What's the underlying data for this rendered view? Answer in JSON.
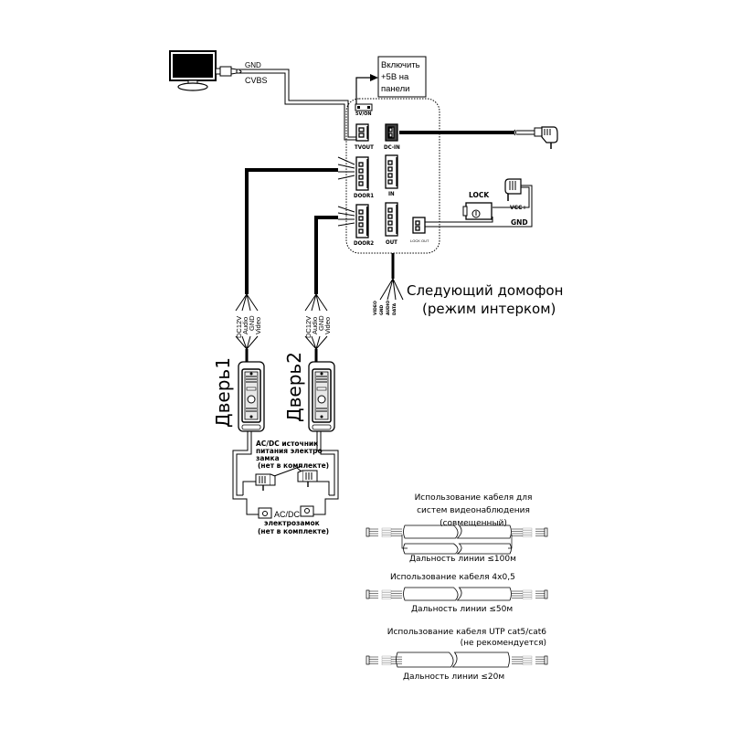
{
  "monitor": {
    "wire_labels": [
      "GND",
      "CVBS"
    ]
  },
  "power_note": {
    "lines": [
      "Включить",
      "+5В на",
      "панели"
    ]
  },
  "panel": {
    "jumper_label": "5V/ON",
    "ports": {
      "tvout": "TVOUT",
      "dc_in": "DC-IN",
      "door1": "DOOR1",
      "in": "IN",
      "door2": "DOOR2",
      "out": "OUT",
      "lock_out": "LOCK OUT"
    }
  },
  "lock": {
    "label": "LOCK",
    "vcc_label": "VCC+",
    "gnd_label": "GND"
  },
  "next_intercom": {
    "wires": [
      "VIDEO",
      "GND",
      "AUDIO",
      "DATA"
    ],
    "line1": "Следующий домофон",
    "line2": "(режим интерком)"
  },
  "doors": [
    {
      "label": "Дверь1",
      "wires": [
        "DC12V",
        "Audio",
        "GND",
        "Video"
      ]
    },
    {
      "label": "Дверь2",
      "wires": [
        "DC12V",
        "Audio",
        "GND",
        "Video"
      ]
    }
  ],
  "lock_power_note": {
    "lines": [
      "AC/DC источник",
      "питания электро",
      "замка",
      "(нет в комплекте)"
    ]
  },
  "electro_lock_note": {
    "lines": [
      "AC/DC",
      "электрозамок",
      "(нет в комплекте)"
    ]
  },
  "cables": [
    {
      "title_lines": [
        "Использование кабеля для",
        "систем видеонаблюдения",
        "(совмещенный)"
      ],
      "range": "Дальность линии ≤100м"
    },
    {
      "title_lines": [
        "Использование кабеля 4x0,5"
      ],
      "range": "Дальность линии ≤50м"
    },
    {
      "title_lines": [
        "Использование кабеля UTP cat5/cat6",
        "(не рекомендуется)"
      ],
      "range": "Дальность линии ≤20м"
    }
  ]
}
